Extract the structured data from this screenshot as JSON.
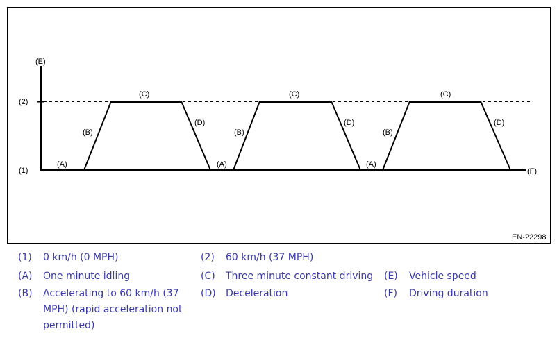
{
  "figure": {
    "id_code": "EN-22298",
    "axis_labels": {
      "y": "(E)",
      "x": "(F)",
      "level_high": "(2)",
      "level_low": "(1)"
    },
    "phase_labels": {
      "idle": "(A)",
      "accel": "(B)",
      "constant": "(C)",
      "decel": "(D)"
    }
  },
  "legend": [
    {
      "key": "(1)",
      "text": "0 km/h (0 MPH)"
    },
    {
      "key": "(2)",
      "text": "60 km/h (37 MPH)"
    },
    {
      "key": "(A)",
      "text": "One minute idling"
    },
    {
      "key": "(C)",
      "text": "Three minute constant driving"
    },
    {
      "key": "(E)",
      "text": "Vehicle speed"
    },
    {
      "key": "(B)",
      "text": "Accelerating to 60 km/h (37 MPH) (rapid acceleration not permitted)"
    },
    {
      "key": "(D)",
      "text": "Deceleration"
    },
    {
      "key": "(F)",
      "text": "Driving duration"
    }
  ]
}
